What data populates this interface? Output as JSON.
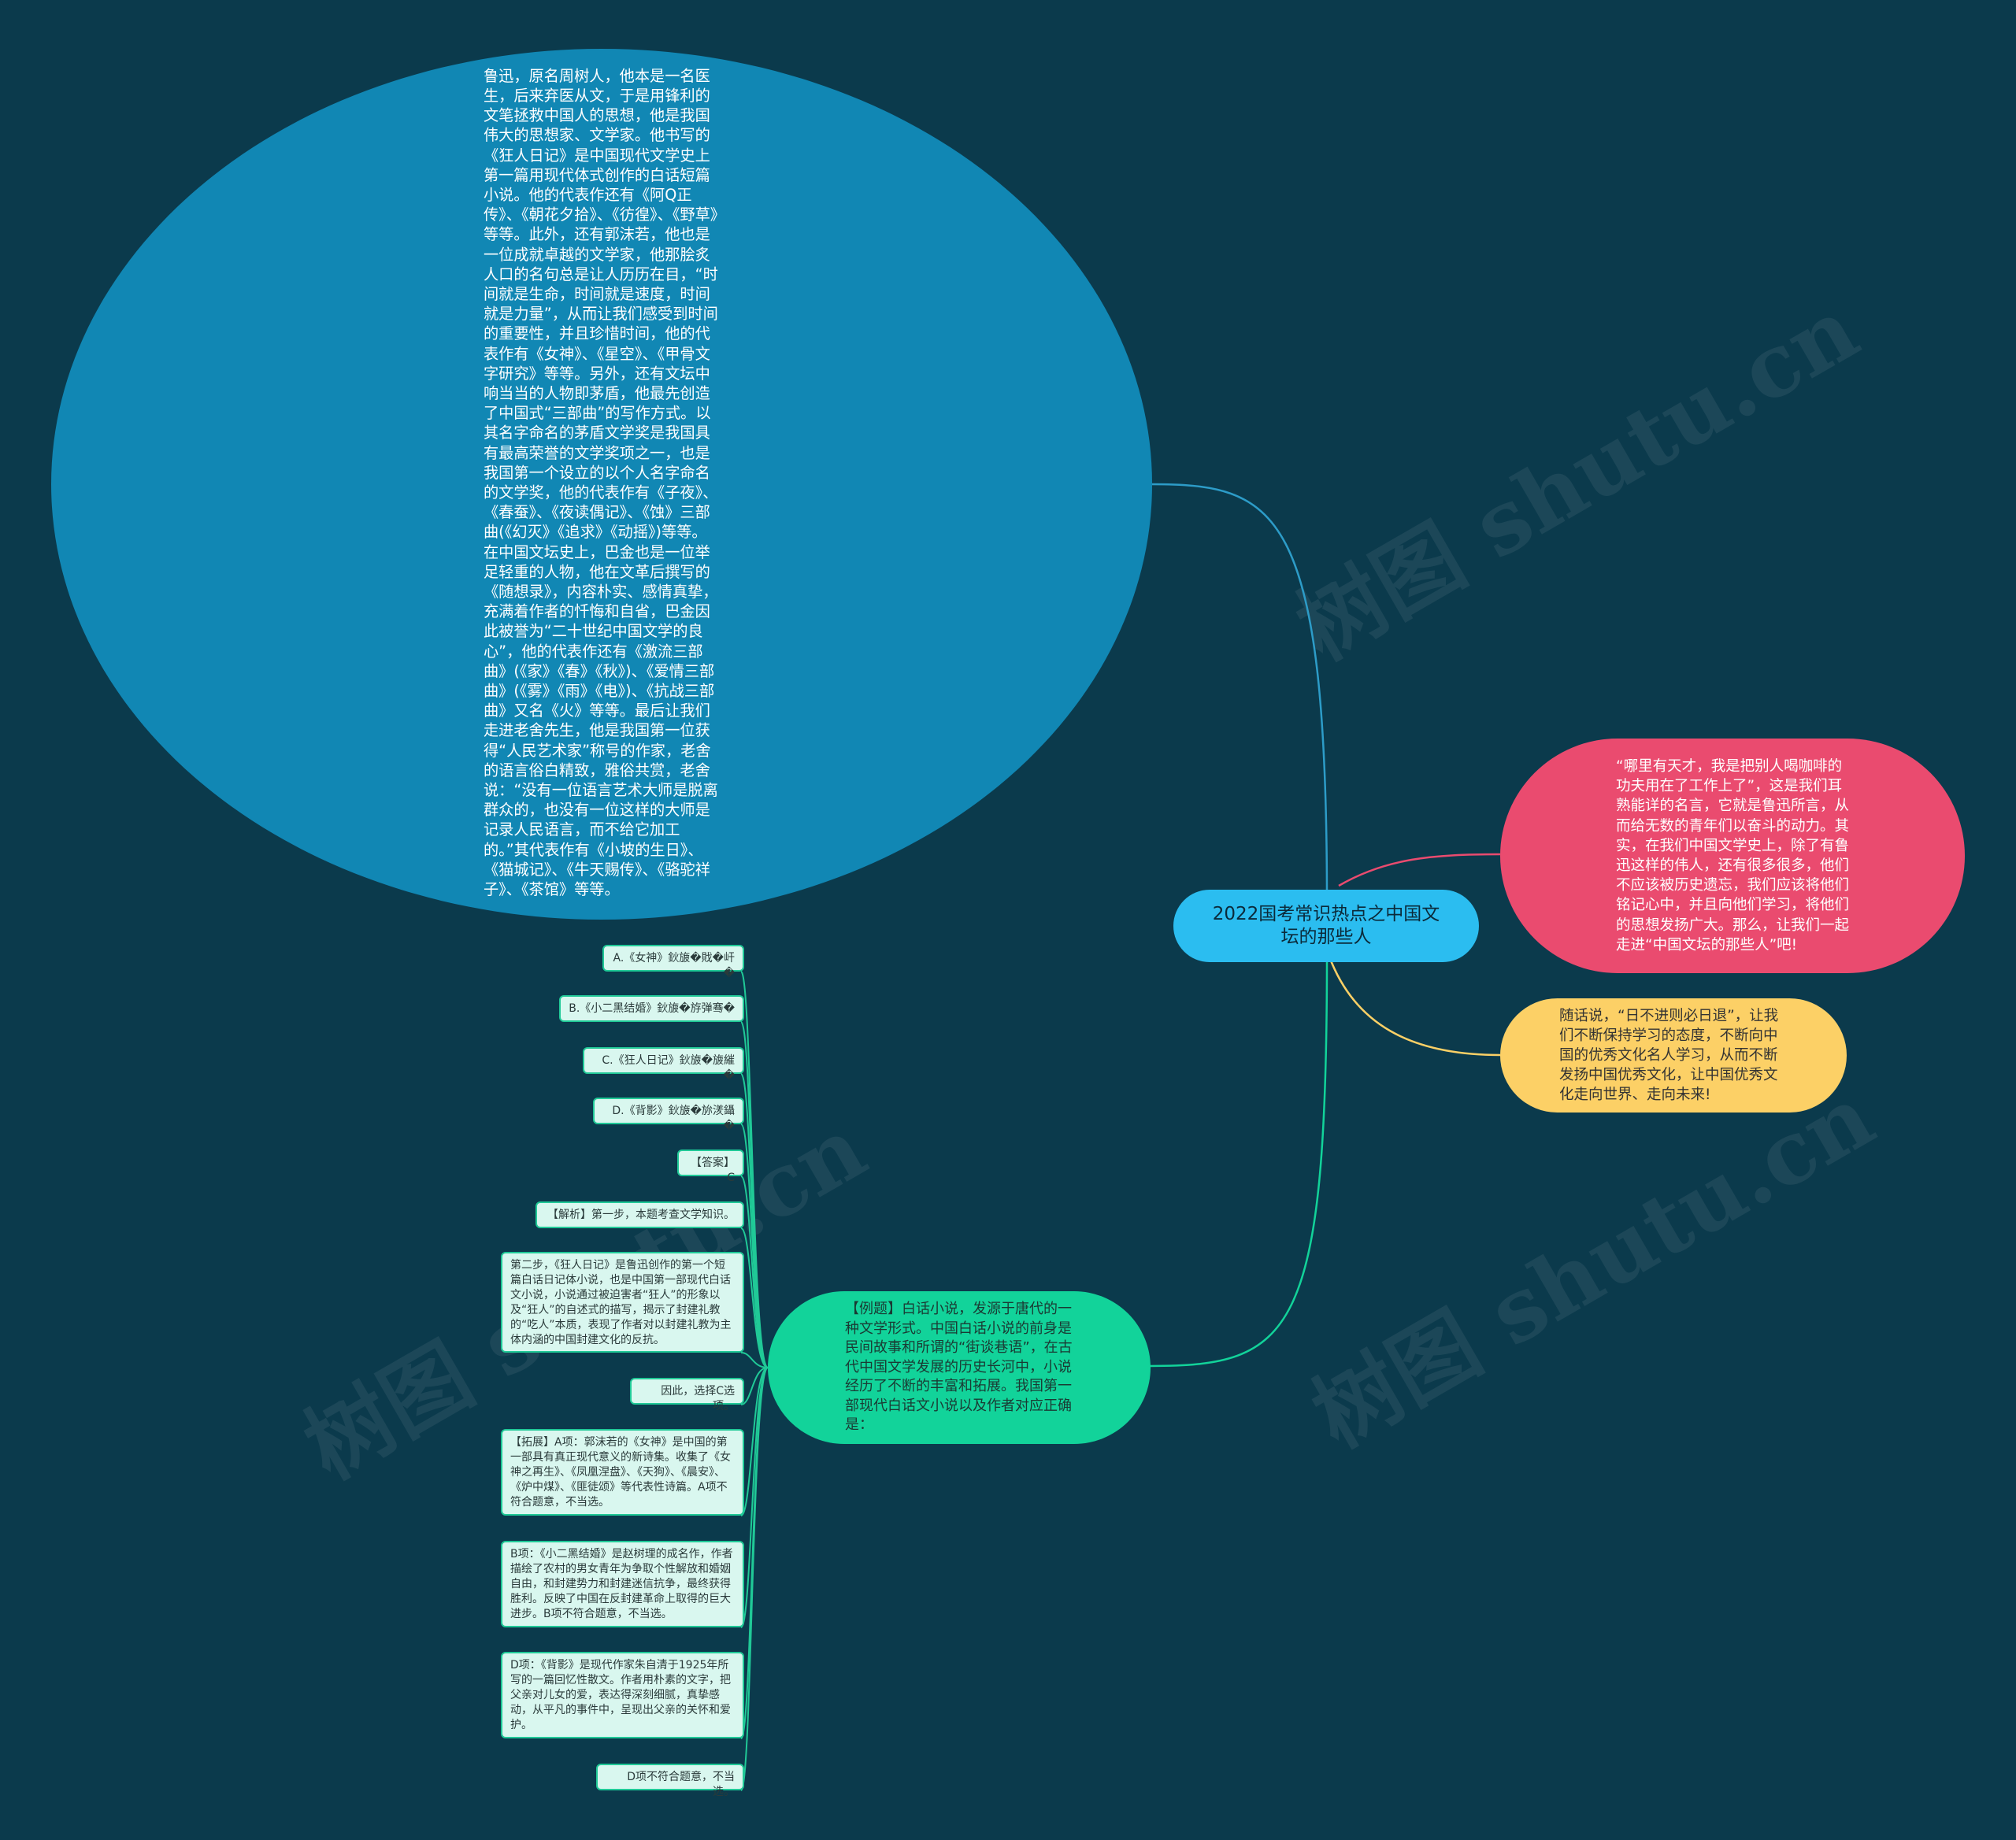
{
  "watermark": "树图 shutu.cn",
  "root": {
    "label": "2022国考常识热点之中国文坛的那些人"
  },
  "big_bubble": {
    "text": "鲁迅，原名周树人，他本是一名医生，后来弃医从文，于是用锋利的文笔拯救中国人的思想，他是我国伟大的思想家、文学家。他书写的《狂人日记》是中国现代文学史上第一篇用现代体式创作的白话短篇小说。他的代表作还有《阿Q正传》、《朝花夕拾》、《彷徨》、《野草》等等。此外，还有郭沫若，他也是一位成就卓越的文学家，他那脍炙人口的名句总是让人历历在目，“时间就是生命，时间就是速度，时间就是力量”，从而让我们感受到时间的重要性，并且珍惜时间，他的代表作有《女神》、《星空》、《甲骨文字研究》等等。另外，还有文坛中响当当的人物即茅盾，他最先创造了中国式“三部曲”的写作方式。以其名字命名的茅盾文学奖是我国具有最高荣誉的文学奖项之一，也是我国第一个设立的以个人名字命名的文学奖，他的代表作有《子夜》、《春蚕》、《夜读偶记》、《蚀》三部曲(《幻灭》《追求》《动摇》)等等。在中国文坛史上，巴金也是一位举足轻重的人物，他在文革后撰写的《随想录》，内容朴实、感情真挚，充满着作者的忏悔和自省，巴金因此被誉为“二十世纪中国文学的良心”，他的代表作还有《激流三部曲》(《家》《春》《秋》)、《爱情三部曲》(《雾》《雨》《电》)、《抗战三部曲》又名《火》等等。最后让我们走进老舍先生，他是我国第一位获得“人民艺术家”称号的作家，老舍的语言俗白精致，雅俗共赏，老舍说：“没有一位语言艺术大师是脱离群众的，也没有一位这样的大师是记录人民语言，而不给它加工的。”其代表作有《小坡的生日》、《猫城记》、《牛天赐传》、《骆驼祥子》、《茶馆》等等。"
  },
  "pink_bubble": {
    "text": "“哪里有天才，我是把别人喝咖啡的功夫用在了工作上了”，这是我们耳熟能详的名言，它就是鲁迅所言，从而给无数的青年们以奋斗的动力。其实，在我们中国文学史上，除了有鲁迅这样的伟人，还有很多很多，他们不应该被历史遗忘，我们应该将他们铭记心中，并且向他们学习，将他们的思想发扬广大。那么，让我们一起走进“中国文坛的那些人”吧!"
  },
  "yellow_bubble": {
    "text": "随话说，“日不进则必日退”，让我们不断保持学习的态度，不断向中国的优秀文化名人学习，从而不断发扬中国优秀文化，让中国优秀文化走向世界、走向未来!"
  },
  "green_bubble": {
    "text": "【例题】白话小说，发源于唐代的一种文学形式。中国白话小说的前身是民间故事和所谓的“街谈巷语”，在古代中国文学发展的历史长河中，小说经历了不断的丰富和拓展。我国第一部现代白话文小说以及作者对应正确是："
  },
  "leaves": [
    "A.《女神》鈥旇�戝�屽�",
    "B.《小二黑结婚》鈥旇�斿弹骞�",
    "C.《狂人日记》鈥旇�旇繀�",
    "D.《背影》鈥旇�旀湵鑷�",
    "【答案】C",
    "【解析】第一步，本题考查文学知识。",
    "第二步，《狂人日记》是鲁迅创作的第一个短篇白话日记体小说，也是中国第一部现代白话文小说，小说通过被迫害者“狂人”的形象以及“狂人”的自述式的描写，揭示了封建礼教的“吃人”本质，表现了作者对以封建礼教为主体内涵的中国封建文化的反抗。",
    "因此，选择C选项。",
    "【拓展】A项：郭沫若的《女神》是中国的第一部具有真正现代意义的新诗集。收集了《女神之再生》、《凤凰涅盘》、《天狗》、《晨安》、《炉中煤》、《匪徒颂》等代表性诗篇。A项不符合题意，不当选。",
    "B项：《小二黑结婚》是赵树理的成名作，作者描绘了农村的男女青年为争取个性解放和婚姻自由，和封建势力和封建迷信抗争，最终获得胜利。反映了中国在反封建革命上取得的巨大进步。B项不符合题意，不当选。",
    "D项：《背影》是现代作家朱自清于1925年所写的一篇回忆性散文。作者用朴素的文字，把父亲对儿女的爱，表达得深刻细腻，真挚感动，从平凡的事件中，呈现出父亲的关怀和爱护。",
    "D项不符合题意，不当选。"
  ],
  "colors": {
    "background": "#0b3a4c",
    "root": "#2bbdf0",
    "big_bubble": "#1187b4",
    "pink": "#ea4b6f",
    "yellow": "#fcd066",
    "green": "#12d39a",
    "leaf_border": "#20c997"
  }
}
